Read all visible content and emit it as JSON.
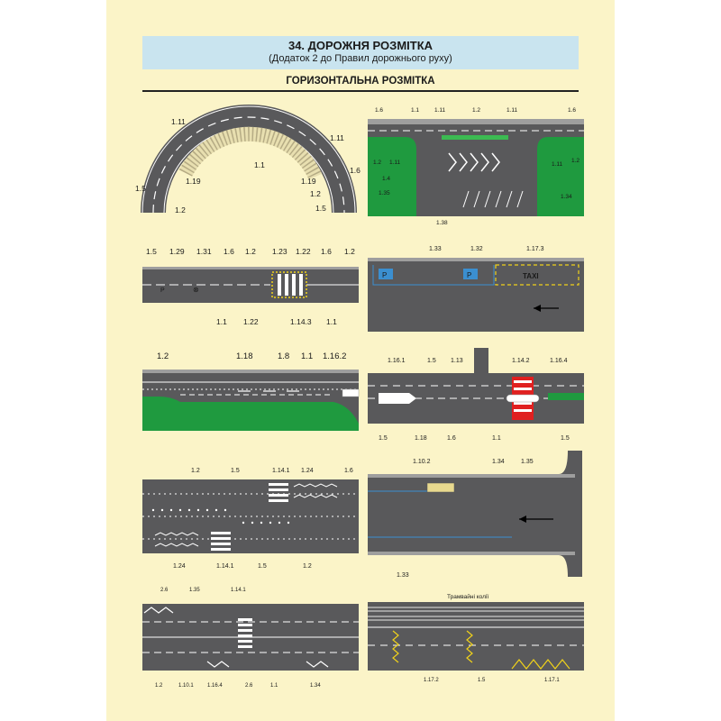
{
  "header": {
    "title": "34. ДОРОЖНЯ РОЗМІТКА",
    "subtitle": "(Додаток 2 до Правил дорожнього руху)",
    "section": "ГОРИЗОНТАЛЬНА РОЗМІТКА"
  },
  "colors": {
    "poster": "#fbf4c8",
    "title_band": "#c9e4ef",
    "asphalt": "#59595b",
    "shoulder": "#9e9e9e",
    "grass": "#1f9a3f",
    "marking": "#ffffff",
    "taxi_yellow": "#f0d21a",
    "crossing_red": "#e02020",
    "parking_blue": "#3b8fd0"
  },
  "panels": {
    "p1": {
      "l_1_11_left": "1.11",
      "l_1_11_right": "1.11",
      "l_1_1": "1.1",
      "l_1_5a": "1.5",
      "l_1_19a": "1.19",
      "l_1_2a": "1.2",
      "l_1_6": "1.6",
      "l_1_19b": "1.19",
      "l_1_2b": "1.2",
      "l_1_5b": "1.5"
    },
    "p2": {
      "t1": "1.6",
      "t2": "1.1",
      "t3": "1.11",
      "t4": "1.2",
      "t5": "1.11",
      "t6": "1.6",
      "m1": "1.2",
      "m2": "1.11",
      "m3": "1.11",
      "m4": "1.2",
      "m5": "1.4",
      "m6": "1.35",
      "m7": "1.34",
      "m8": "1.38"
    },
    "p3": {
      "t1": "1.5",
      "t2": "1.29",
      "t3": "1.31",
      "t4": "1.6",
      "t5": "1.2",
      "t6": "1.23",
      "t7": "1.22",
      "t8": "1.6",
      "t9": "1.2",
      "b1": "1.1",
      "b2": "1.22",
      "b3": "1.14.3",
      "b4": "1.1",
      "sign_29": "Р",
      "sign_31": "⊗"
    },
    "p4": {
      "t1": "1.33",
      "t2": "1.32",
      "t3": "1.17.3",
      "taxi": "TAXI",
      "p1": "P",
      "p2": "P"
    },
    "p5": {
      "t1": "1.2",
      "t2": "1.18",
      "t3": "1.8",
      "t4": "1.1",
      "t5": "1.16.2"
    },
    "p6": {
      "t1": "1.16.1",
      "t2": "1.5",
      "t3": "1.13",
      "t4": "1.14.2",
      "t5": "1.16.4",
      "b1": "1.5",
      "b2": "1.18",
      "b3": "1.6",
      "b4": "1.1",
      "b5": "1.5"
    },
    "p7": {
      "t1": "1.2",
      "t2": "1.5",
      "t3": "1.14.1",
      "t4": "1.24",
      "t5": "1.6",
      "b1": "1.24",
      "b2": "1.14.1",
      "b3": "1.5",
      "b4": "1.2"
    },
    "p8": {
      "t1": "1.10.2",
      "t2": "1.34",
      "t3": "1.35",
      "b1": "1.33"
    },
    "p9": {
      "t1": "2.6",
      "t2": "1.35",
      "t3": "1.14.1",
      "b1": "1.2",
      "b2": "1.10.1",
      "b3": "1.16.4",
      "b4": "2.6",
      "b5": "1.1",
      "b6": "1.34"
    },
    "p10": {
      "tram": "Трамвайні колії",
      "b1": "1.17.2",
      "b2": "1.5",
      "b3": "1.17.1"
    }
  }
}
